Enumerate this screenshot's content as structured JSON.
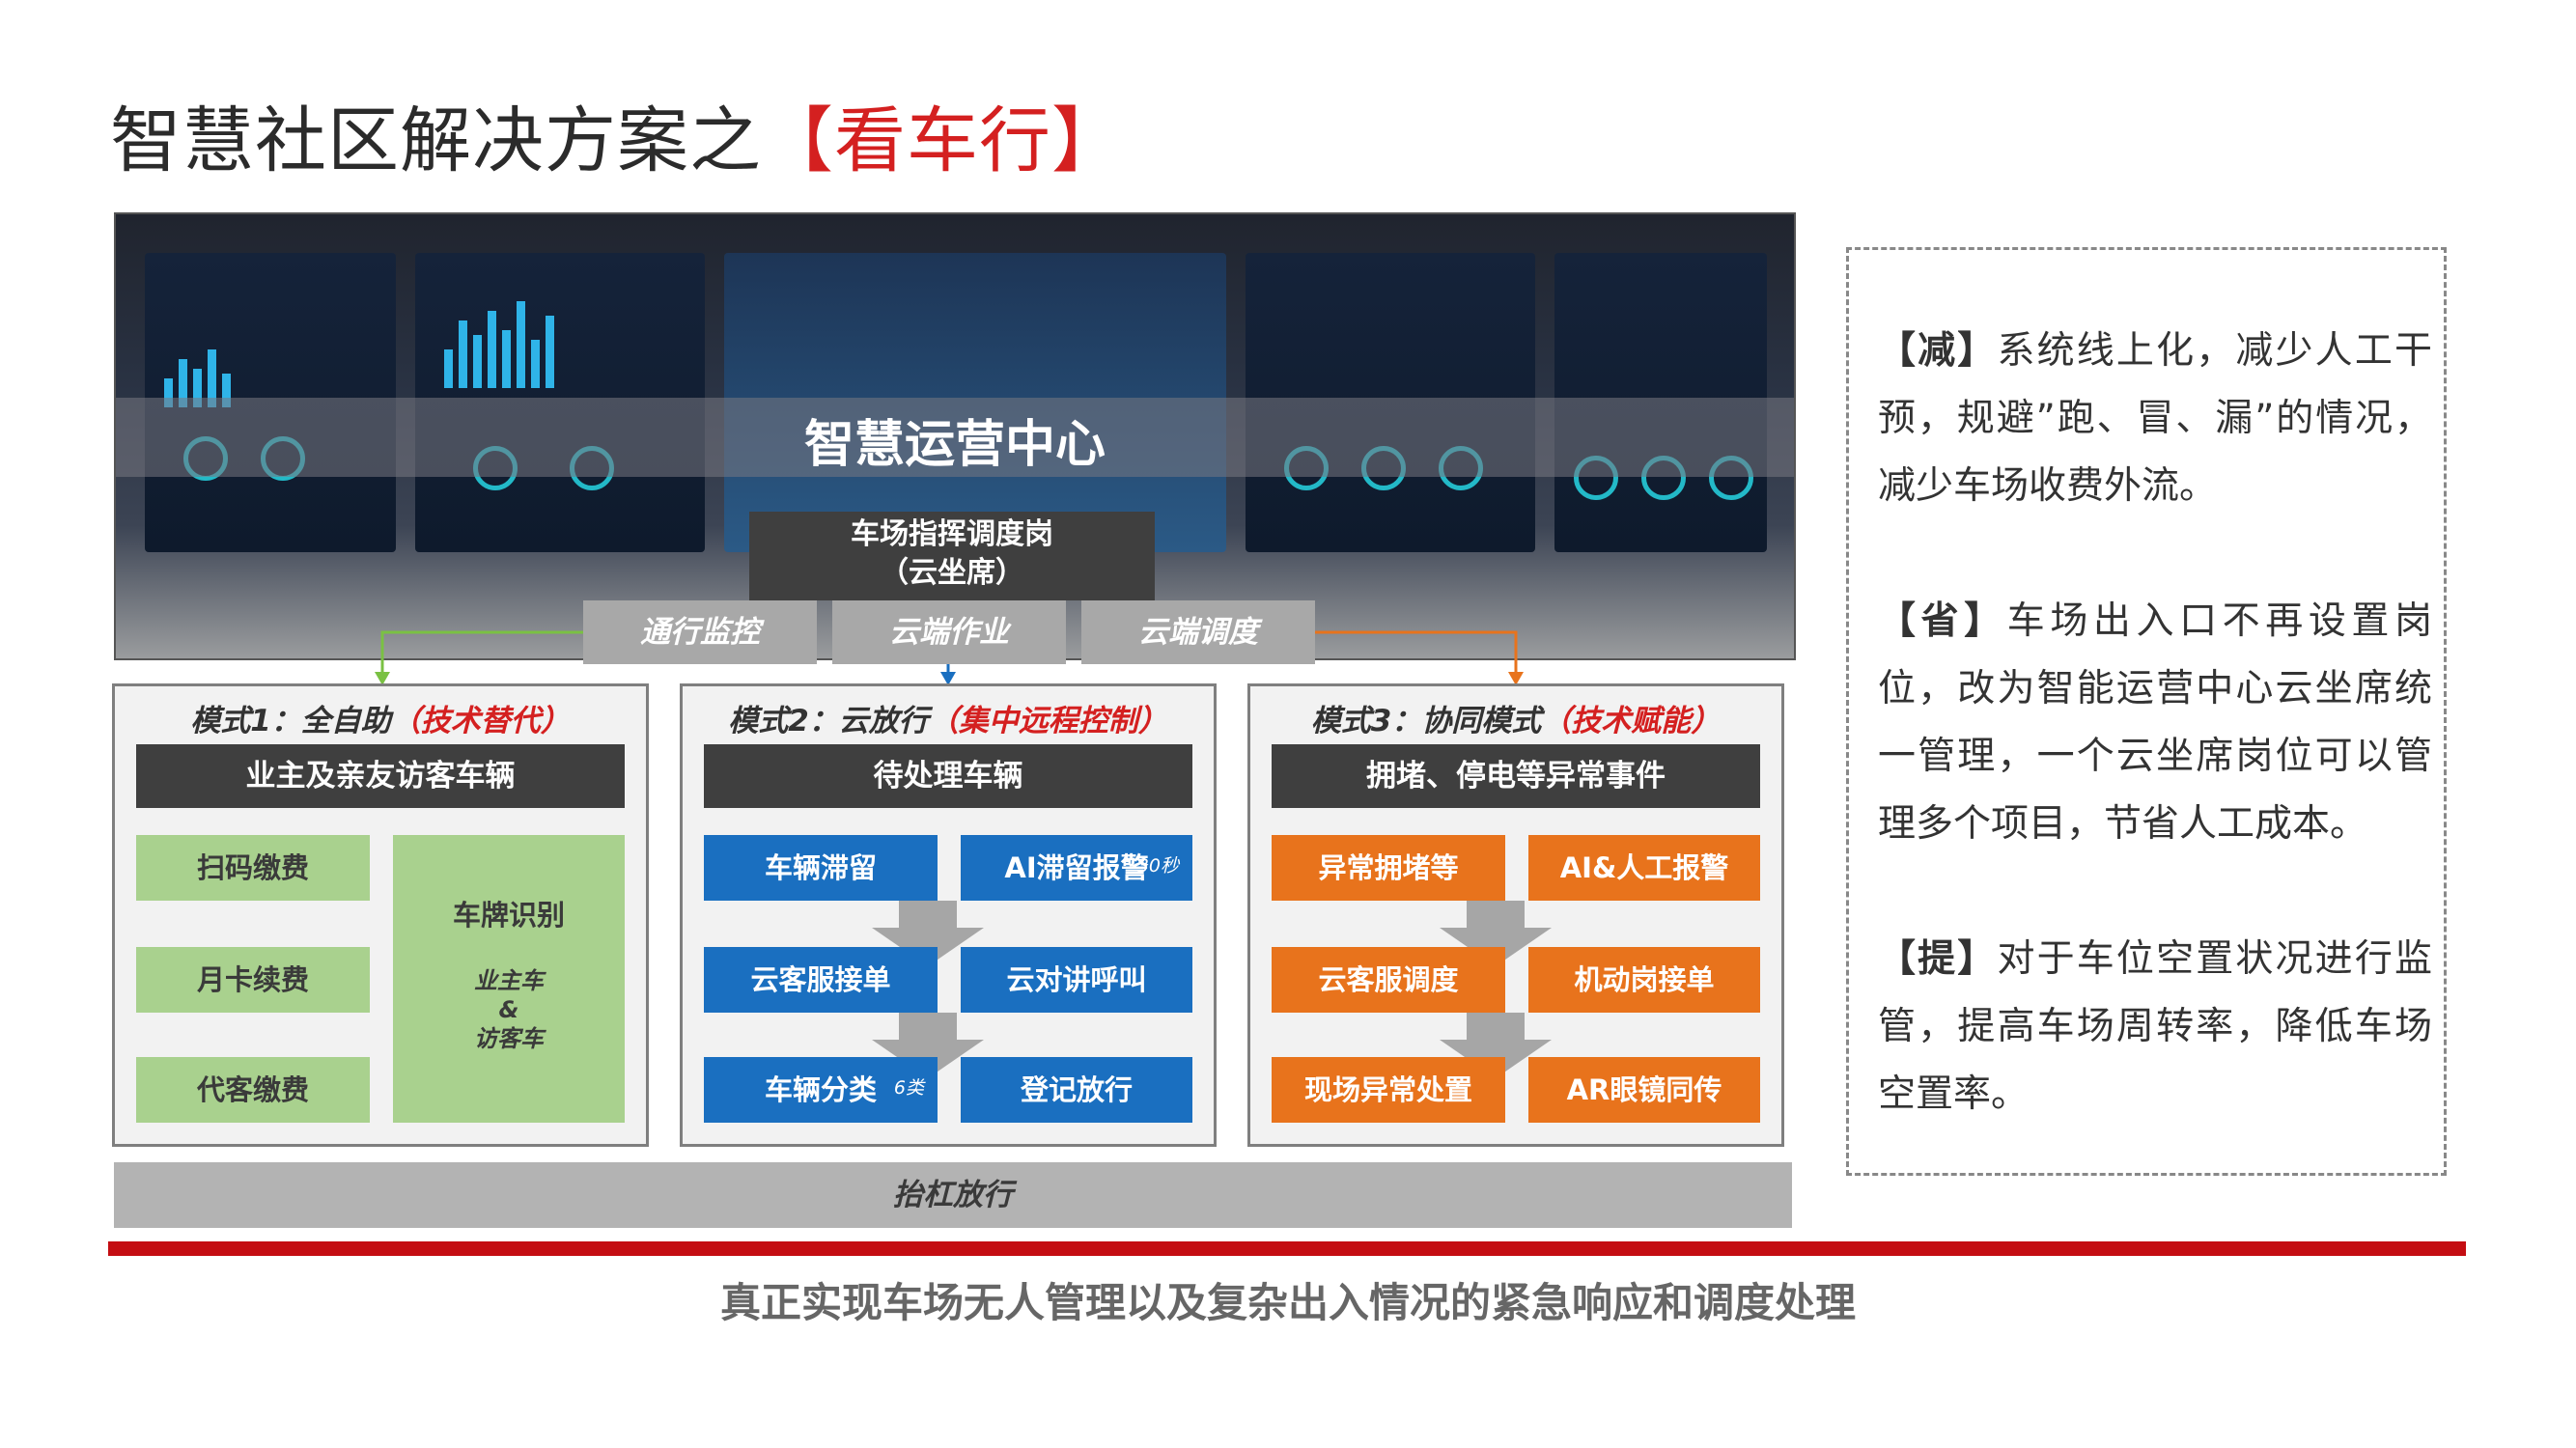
{
  "title": {
    "main": "智慧社区解决方案之",
    "highlight": "【看车行】"
  },
  "hero": {
    "center_label": "智慧运营中心",
    "command": {
      "line1": "车场指挥调度岗",
      "line2": "（云坐席）"
    },
    "tabs": [
      "通行监控",
      "云端作业",
      "云端调度"
    ]
  },
  "modes": [
    {
      "title": "模式1：全自助",
      "title_hl": "（技术替代）",
      "header": "业主及亲友访客车辆",
      "left_tiles": [
        "扫码缴费",
        "月卡续费",
        "代客缴费"
      ],
      "right_tile": {
        "title": "车牌识别",
        "sub1": "业主车",
        "sub2": "&",
        "sub3": "访客车"
      }
    },
    {
      "title": "模式2：云放行",
      "title_hl": "（集中远程控制）",
      "header": "待处理车辆",
      "tiles": [
        "车辆滞留",
        "AI滞留报警",
        "云客服接单",
        "云对讲呼叫",
        "车辆分类",
        "登记放行"
      ],
      "notes": {
        "t2": "30秒",
        "t5": "6类"
      }
    },
    {
      "title": "模式3：协同模式",
      "title_hl": "（技术赋能）",
      "header": "拥堵、停电等异常事件",
      "tiles": [
        "异常拥堵等",
        "AI&人工报警",
        "云客服调度",
        "机动岗接单",
        "现场异常处置",
        "AR眼镜同传"
      ]
    }
  ],
  "bottom_bar": "抬杠放行",
  "footer": "真正实现车场无人管理以及复杂出入情况的紧急响应和调度处理",
  "side_panel": [
    {
      "tag": "【减】",
      "text": "系统线上化，减少人工干预，规避”跑、冒、漏”的情况，减少车场收费外流。"
    },
    {
      "tag": "【省】",
      "text": "车场出入口不再设置岗位，改为智能运营中心云坐席统一管理，一个云坐席岗位可以管理多个项目，节省人工成本。"
    },
    {
      "tag": "【提】",
      "text": "对于车位空置状况进行监管，提高车场周转率，降低车场空置率。"
    }
  ],
  "colors": {
    "accent_red": "#d42020",
    "blue": "#1a6fc0",
    "orange": "#e8731c",
    "green": "#a9d18e",
    "dark": "#3f3f3f",
    "gray": "#a8a8a8"
  }
}
